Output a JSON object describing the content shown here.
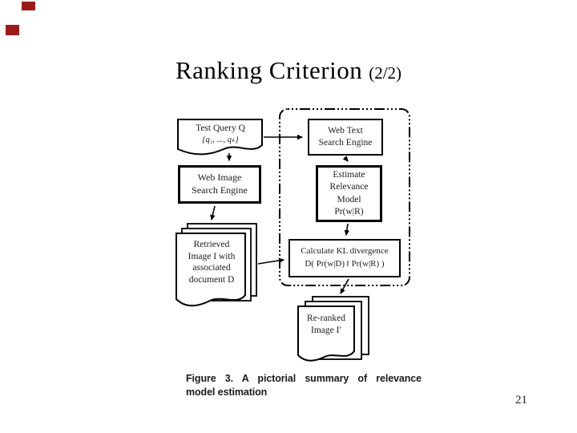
{
  "slide": {
    "title": {
      "main": "Ranking Criterion",
      "suffix": "(2/2)"
    },
    "page_number": "21",
    "decor_color": "#9b1b1b"
  },
  "figure": {
    "caption_line1": "Figure 3. A pictorial summary of relevance",
    "caption_line2": "model estimation",
    "nodes": {
      "test_query": {
        "line1": "Test Query Q",
        "line2": "{q₁, ..., qₖ}"
      },
      "web_text_engine": {
        "line1": "Web Text",
        "line2": "Search Engine"
      },
      "web_image_engine": {
        "line1": "Web Image",
        "line2": "Search Engine"
      },
      "estimate_model": {
        "line1": "Estimate",
        "line2": "Relevance",
        "line3": "Model",
        "line4": "Pr(w|R)"
      },
      "retrieved_images": {
        "line1": "Retrieved",
        "line2": "Image I with",
        "line3": "associated",
        "line4": "document D"
      },
      "kl_divergence": {
        "line1": "Calculate KL divergence",
        "line2": "D( Pr(w|D) ‖ Pr(w|R) )"
      },
      "reranked_images": {
        "line1": "Re-ranked",
        "line2": "Image I′"
      }
    }
  }
}
